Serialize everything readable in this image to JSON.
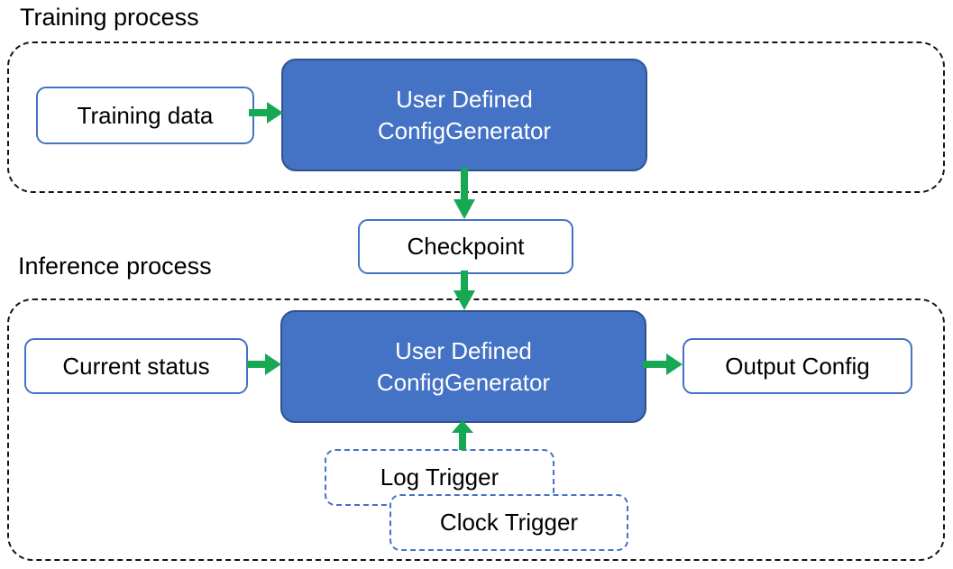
{
  "training": {
    "title": "Training process",
    "training_data_label": "Training data",
    "generator_line1": "User Defined",
    "generator_line2": "ConfigGenerator"
  },
  "checkpoint_label": "Checkpoint",
  "inference": {
    "title": "Inference process",
    "current_status_label": "Current status",
    "generator_line1": "User Defined",
    "generator_line2": "ConfigGenerator",
    "output_config_label": "Output Config",
    "log_trigger_label": "Log Trigger",
    "clock_trigger_label": "Clock Trigger"
  },
  "icons": {
    "horizontal_connector": "arrow-right-icon",
    "downward_connector": "arrow-down-icon",
    "upward_connector": "arrow-up-icon"
  },
  "colors": {
    "generator_fill": "#4472C4",
    "generator_border": "#2F528F",
    "io_box_border": "#4472C4",
    "trigger_box_border": "#4472C4",
    "container_border": "#151515",
    "arrow_green": "#17A853",
    "text_dark": "#000000",
    "text_light": "#FFFFFF",
    "background": "#FFFFFF"
  }
}
